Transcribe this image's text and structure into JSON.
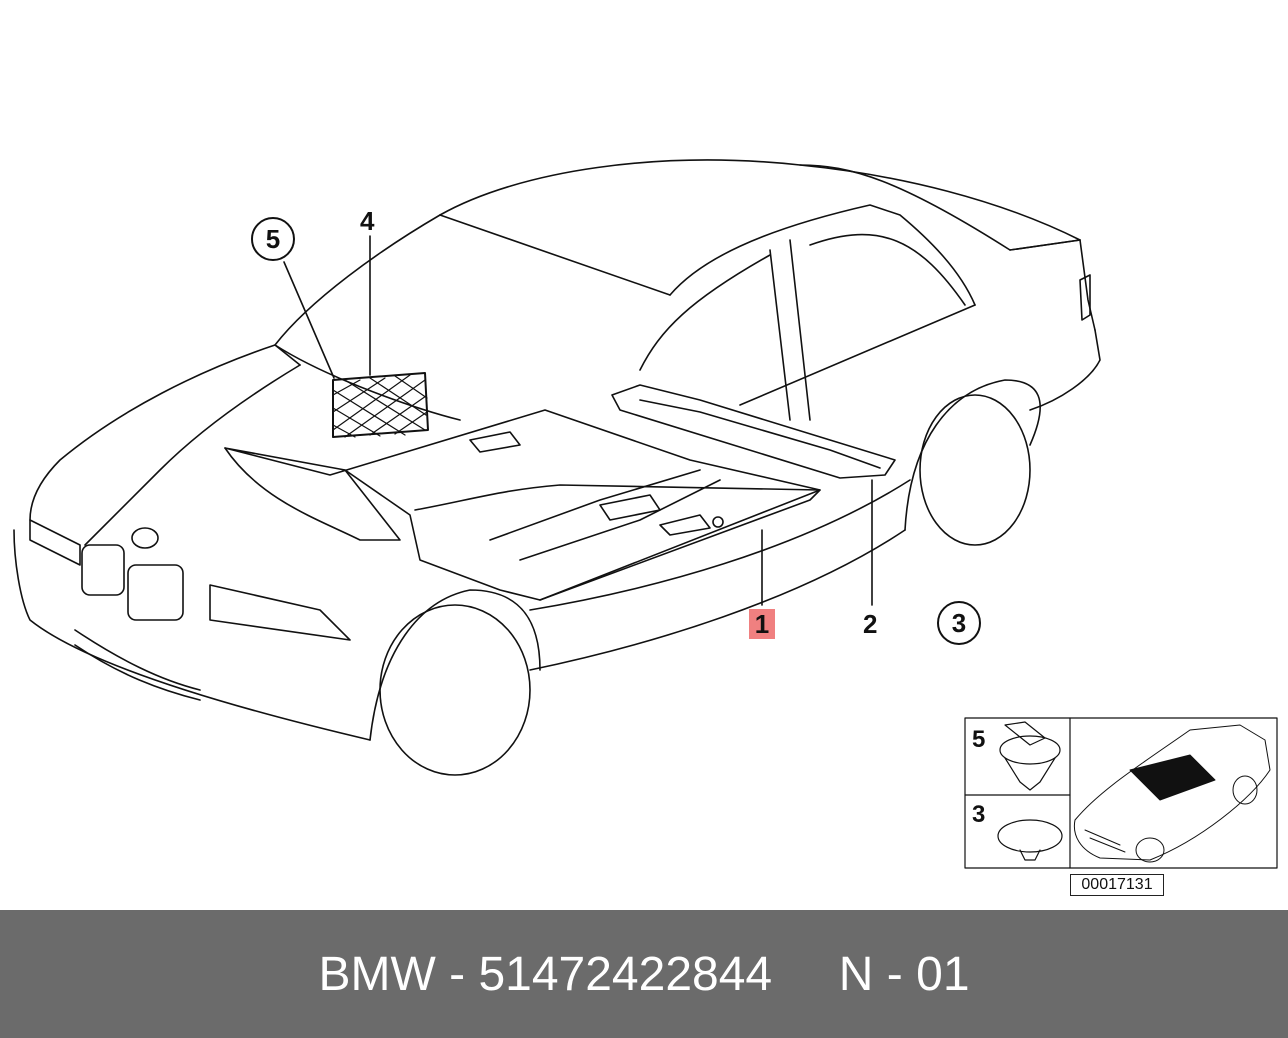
{
  "callouts": {
    "part_1": "1",
    "part_2": "2",
    "part_3": "3",
    "part_4": "4",
    "part_5": "5"
  },
  "inset": {
    "part_5": "5",
    "part_3": "3"
  },
  "drawing_id": "00017131",
  "footer": {
    "brand": "BMW",
    "separator": " - ",
    "part_number": "51472422844",
    "gap": "     ",
    "position": "N - 01"
  },
  "colors": {
    "highlight": "#f08080",
    "footer_bg": "#6b6b6b",
    "line": "#111111"
  }
}
